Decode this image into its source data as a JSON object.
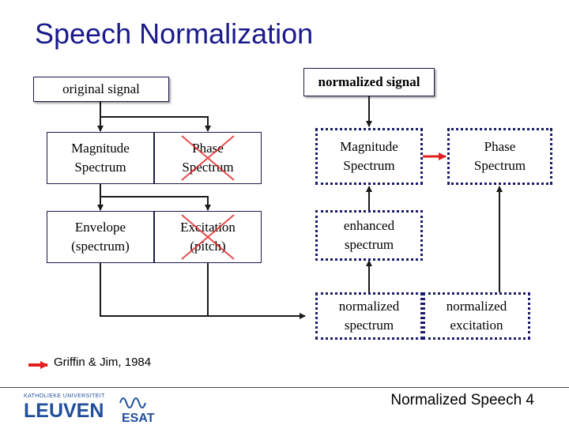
{
  "title": "Speech Normalization",
  "original_signal": "original signal",
  "normalized_signal": "normalized signal",
  "left": {
    "magnitude": "Magnitude\nSpectrum",
    "phase": "Phase\nSpectrum",
    "envelope": "Envelope\n(spectrum)",
    "excitation": "Excitation\n(pitch)"
  },
  "right": {
    "magnitude": "Magnitude\nSpectrum",
    "phase": "Phase\nSpectrum",
    "enhanced": "enhanced\nspectrum",
    "norm_spectrum": "normalized\nspectrum",
    "norm_excitation": "normalized\nexcitation"
  },
  "citation": "Griffin & Jim, 1984",
  "footer": "Normalized Speech 4",
  "logo": {
    "university": "KATHOLIEKE UNIVERSITEIT",
    "name": "LEUVEN",
    "dept": "ESAT"
  },
  "colors": {
    "title": "#1a1a8c",
    "arrow_red": "#e02020",
    "arrow": "#1a1a1a",
    "logo_blue": "#1f4e9c"
  }
}
